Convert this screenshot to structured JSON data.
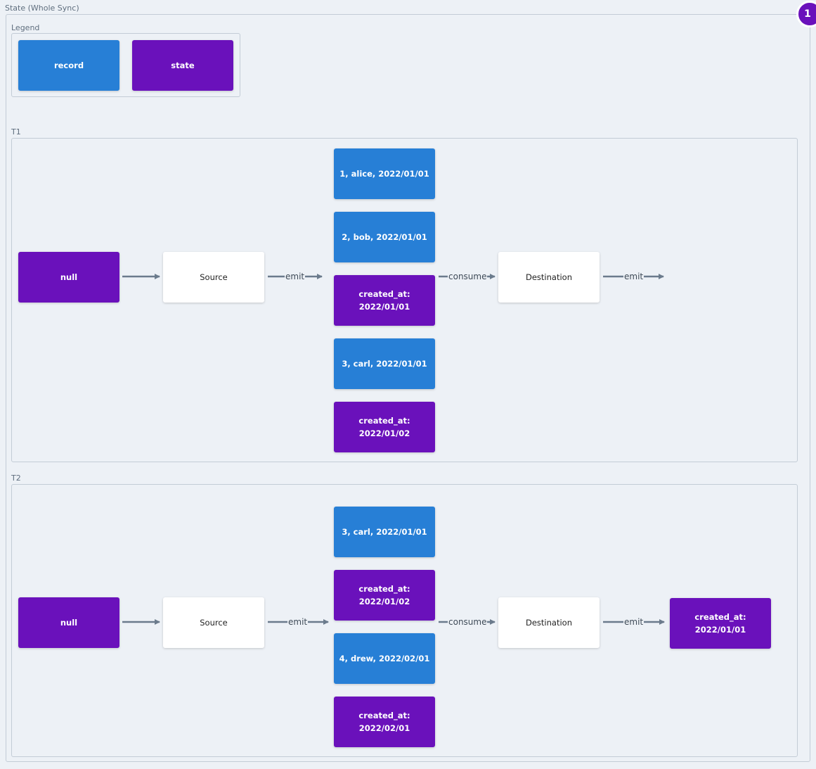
{
  "title": "State (Whole Sync)",
  "badge": "1",
  "colors": {
    "record": "#277fd6",
    "state": "#6a11bb",
    "arrow": "#6b7b8c"
  },
  "legend": {
    "label": "Legend",
    "record": "record",
    "state": "state"
  },
  "t1": {
    "label": "T1",
    "start": "null",
    "source": "Source",
    "emit": "emit",
    "consume": "consume",
    "destination": "Destination",
    "dest_emit": "emit",
    "messages": [
      {
        "type": "record",
        "text": "1, alice, 2022/01/01"
      },
      {
        "type": "record",
        "text": "2, bob, 2022/01/01"
      },
      {
        "type": "state",
        "text": "created_at:\n2022/01/01"
      },
      {
        "type": "record",
        "text": "3, carl, 2022/01/01"
      },
      {
        "type": "state",
        "text": "created_at:\n2022/01/02"
      }
    ]
  },
  "t2": {
    "label": "T2",
    "start": "null",
    "source": "Source",
    "emit": "emit",
    "consume": "consume",
    "destination": "Destination",
    "dest_emit": "emit",
    "output": "created_at:\n2022/01/01",
    "messages": [
      {
        "type": "record",
        "text": "3, carl, 2022/01/01"
      },
      {
        "type": "state",
        "text": "created_at:\n2022/01/02"
      },
      {
        "type": "record",
        "text": "4, drew, 2022/02/01"
      },
      {
        "type": "state",
        "text": "created_at:\n2022/02/01"
      }
    ]
  }
}
